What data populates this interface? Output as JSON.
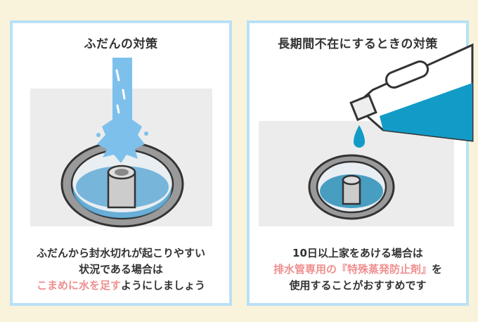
{
  "left_panel": {
    "title": "ふだんの対策",
    "lines": [
      "ふだんから封水切れが起こりやすい",
      "状況である場合は"
    ],
    "highlight": "こまめに水を足す",
    "tail": "ようにしましょう"
  },
  "right_panel": {
    "title": "長期間不在にするときの対策",
    "line1": "10日以上家をあける場合は",
    "highlight": "排水管専用の『特殊蒸発防止剤』",
    "after_highlight": "を",
    "line3": "使用することがおすすめです"
  },
  "colors": {
    "background": "#f9f3dc",
    "border": "#b9e1f5",
    "highlight": "#ef8f8f",
    "water": "#7ec0ec",
    "liquid": "#129bc7"
  }
}
